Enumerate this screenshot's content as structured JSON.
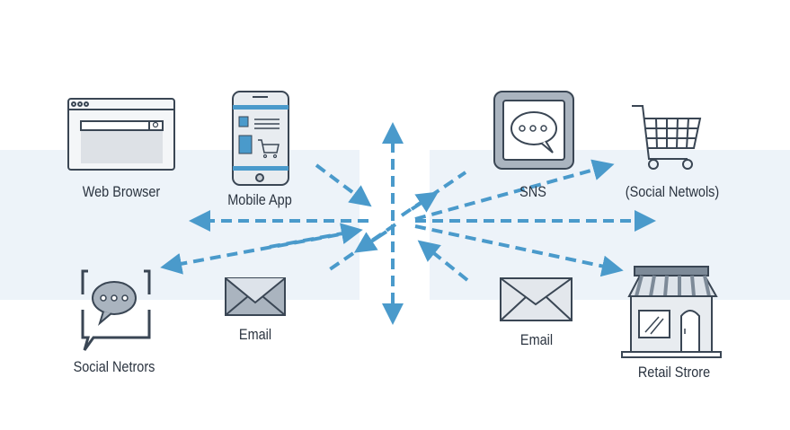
{
  "nodes": {
    "web_browser": "Web Browser",
    "mobile_app": "Mobile App",
    "sns": "SNS",
    "social_networks": "(Social Netwols)",
    "social_netrors": "Social Netrors",
    "email_left": "Email",
    "email_right": "Email",
    "retail_store": "Retail Strore"
  },
  "colors": {
    "arrow": "#4a9acb",
    "band": "#edf3f9",
    "stroke": "#3a4654",
    "fill": "#dde3ea",
    "accent": "#4a9acb"
  }
}
